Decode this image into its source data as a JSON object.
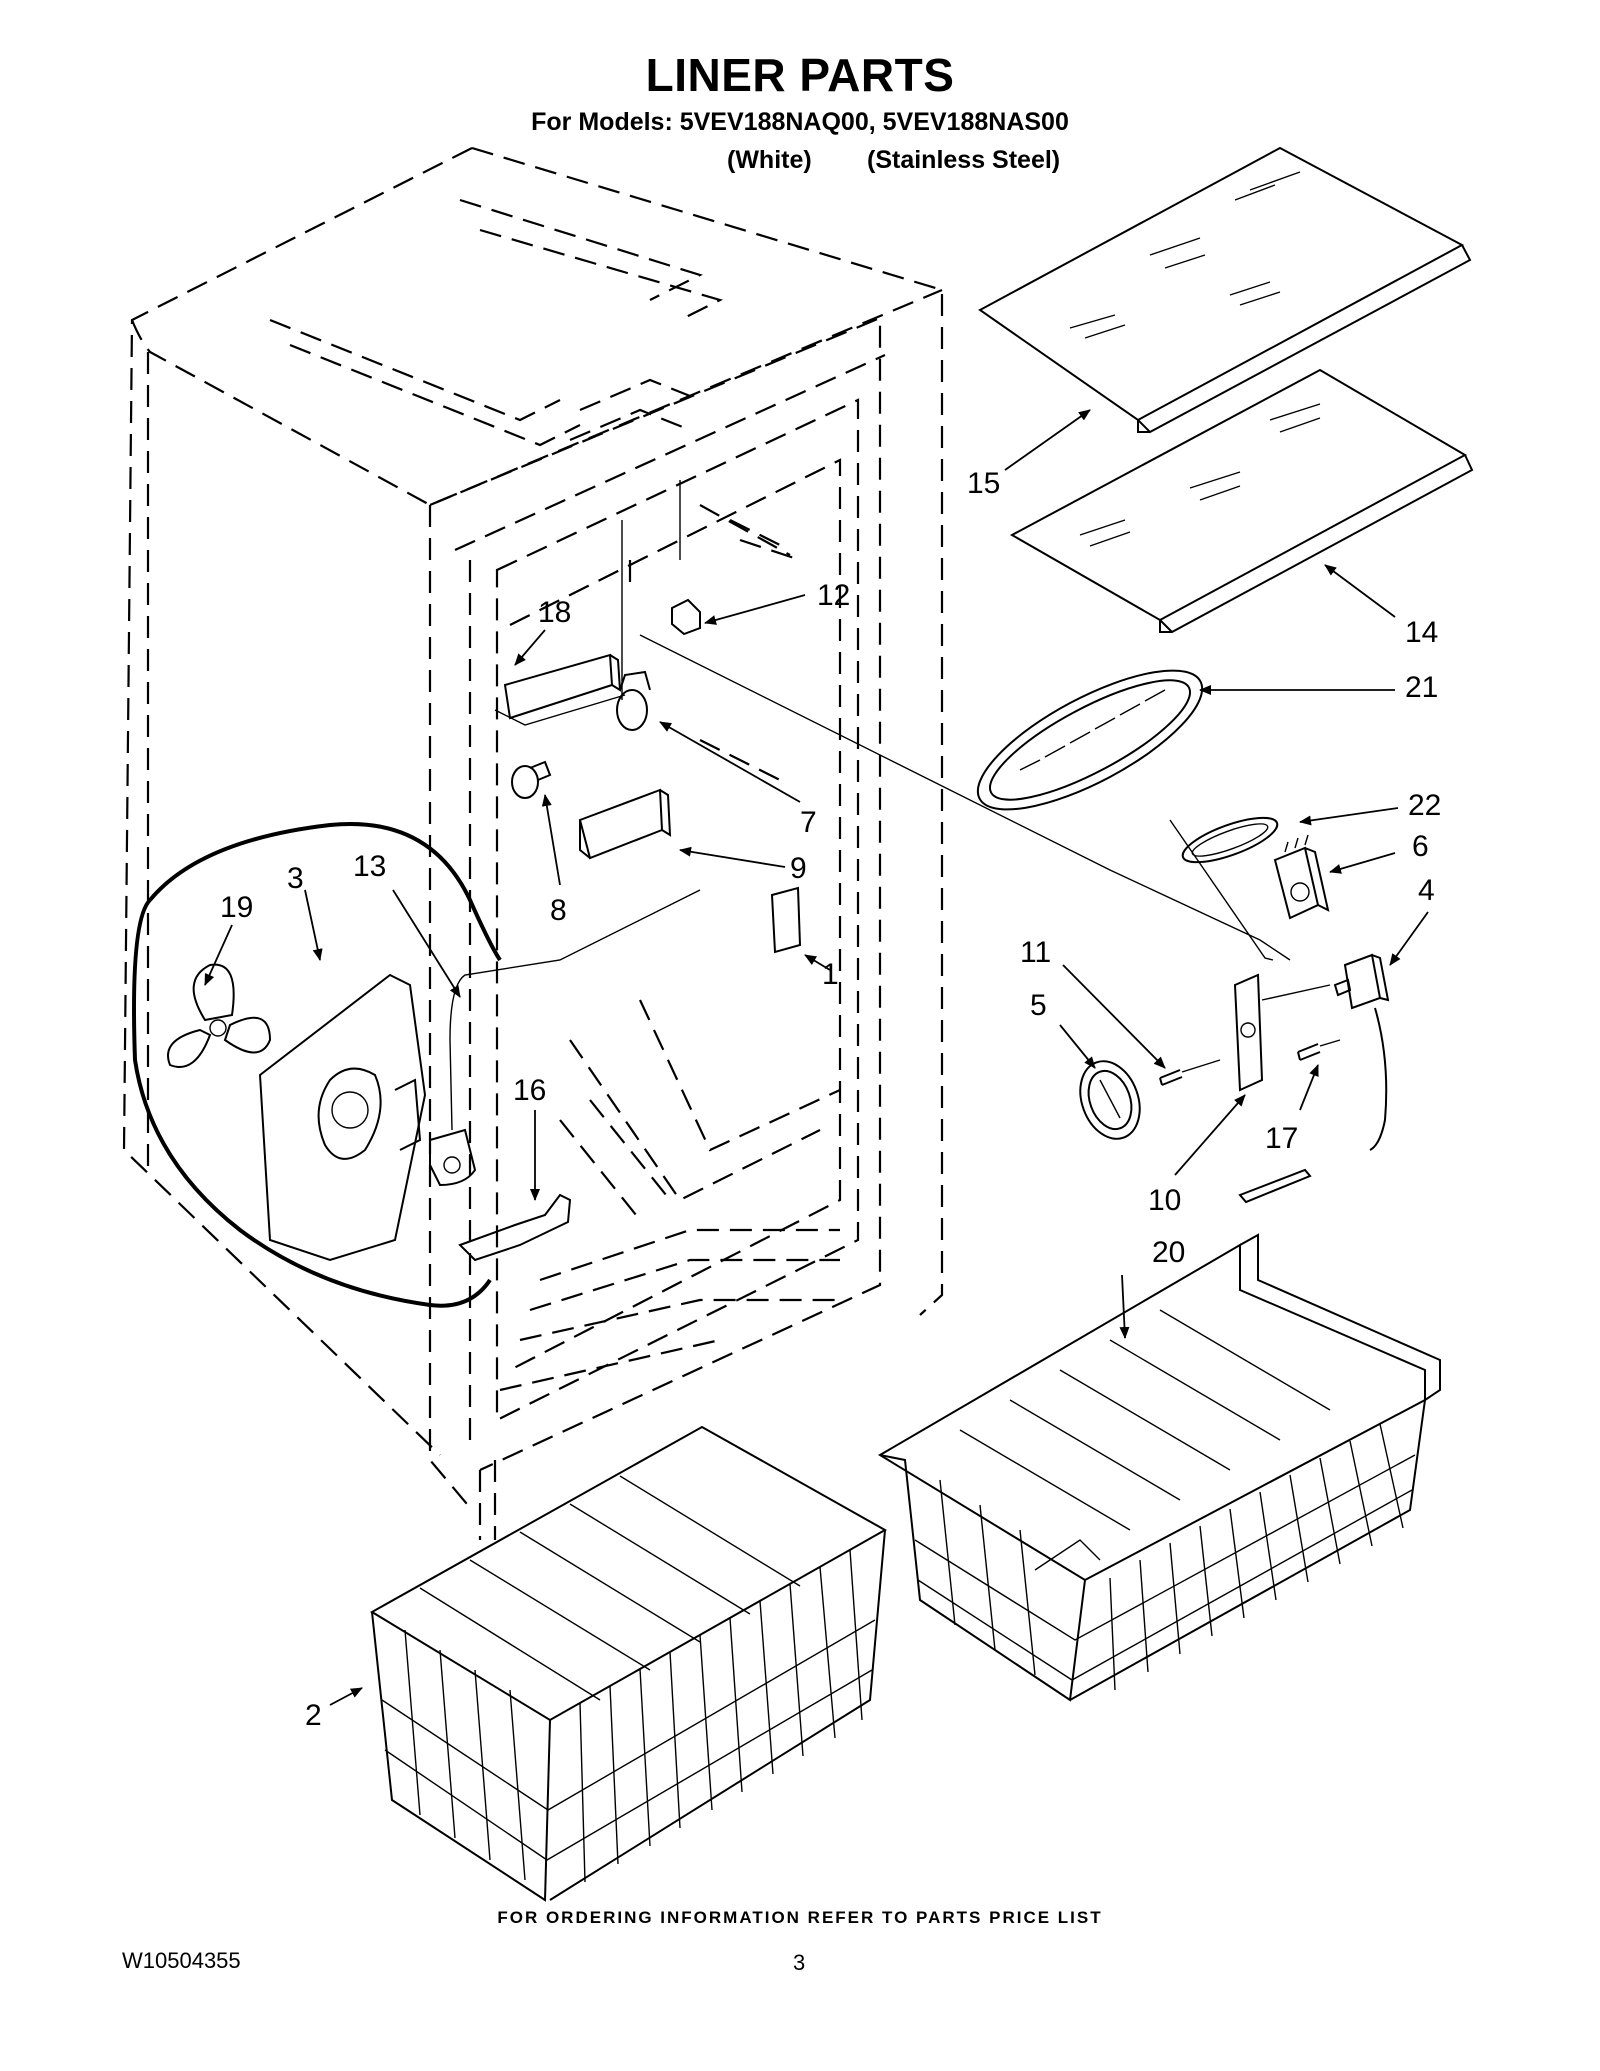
{
  "header": {
    "title": "LINER PARTS",
    "models_line": "For Models: 5VEV188NAQ00, 5VEV188NAS00",
    "variants": [
      "(White)",
      "(Stainless Steel)"
    ]
  },
  "callouts": [
    "1",
    "2",
    "3",
    "4",
    "5",
    "6",
    "7",
    "8",
    "9",
    "10",
    "11",
    "12",
    "13",
    "14",
    "15",
    "16",
    "17",
    "18",
    "19",
    "20",
    "21",
    "22"
  ],
  "footer": {
    "ordering_note": "FOR ORDERING INFORMATION REFER TO PARTS PRICE LIST",
    "doc_number": "W10504355",
    "page_number": "3"
  }
}
